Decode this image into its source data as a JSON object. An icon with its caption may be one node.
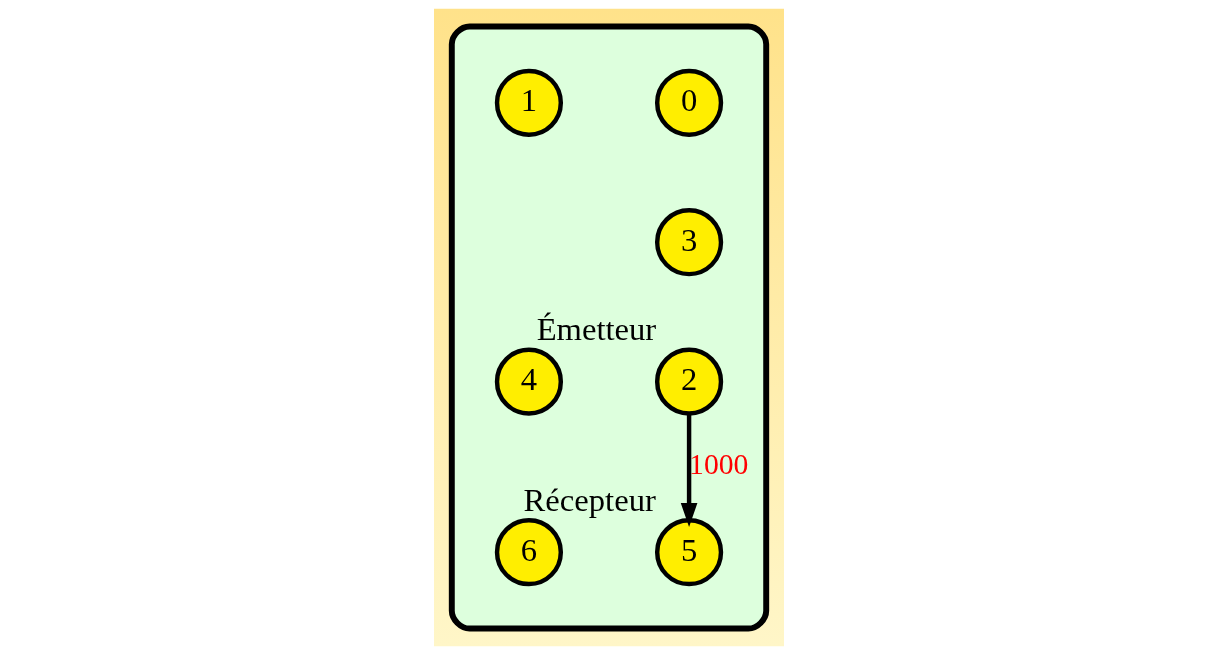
{
  "diagram": {
    "nodes": [
      {
        "text": [],
        "shape": "cloud"
      },
      {
        "text": [
          "0"
        ],
        "in": 0
      },
      {
        "text": [
          "1"
        ],
        "in": 0
      },
      {
        "text": [
          "2"
        ],
        "in": 0,
        "beside": [
          "Émetteur"
        ]
      },
      {
        "text": [
          "3"
        ],
        "in": 0
      },
      {
        "text": [
          "4"
        ],
        "in": 0
      },
      {
        "text": [
          "5"
        ],
        "in": 0,
        "beside": [
          "Récepteur"
        ]
      },
      {
        "text": [
          "6"
        ],
        "in": 0
      }
    ],
    "edges": [
      {
        "from": 3,
        "to": 6,
        "arrow": "to",
        "label": "1000"
      }
    ]
  }
}
